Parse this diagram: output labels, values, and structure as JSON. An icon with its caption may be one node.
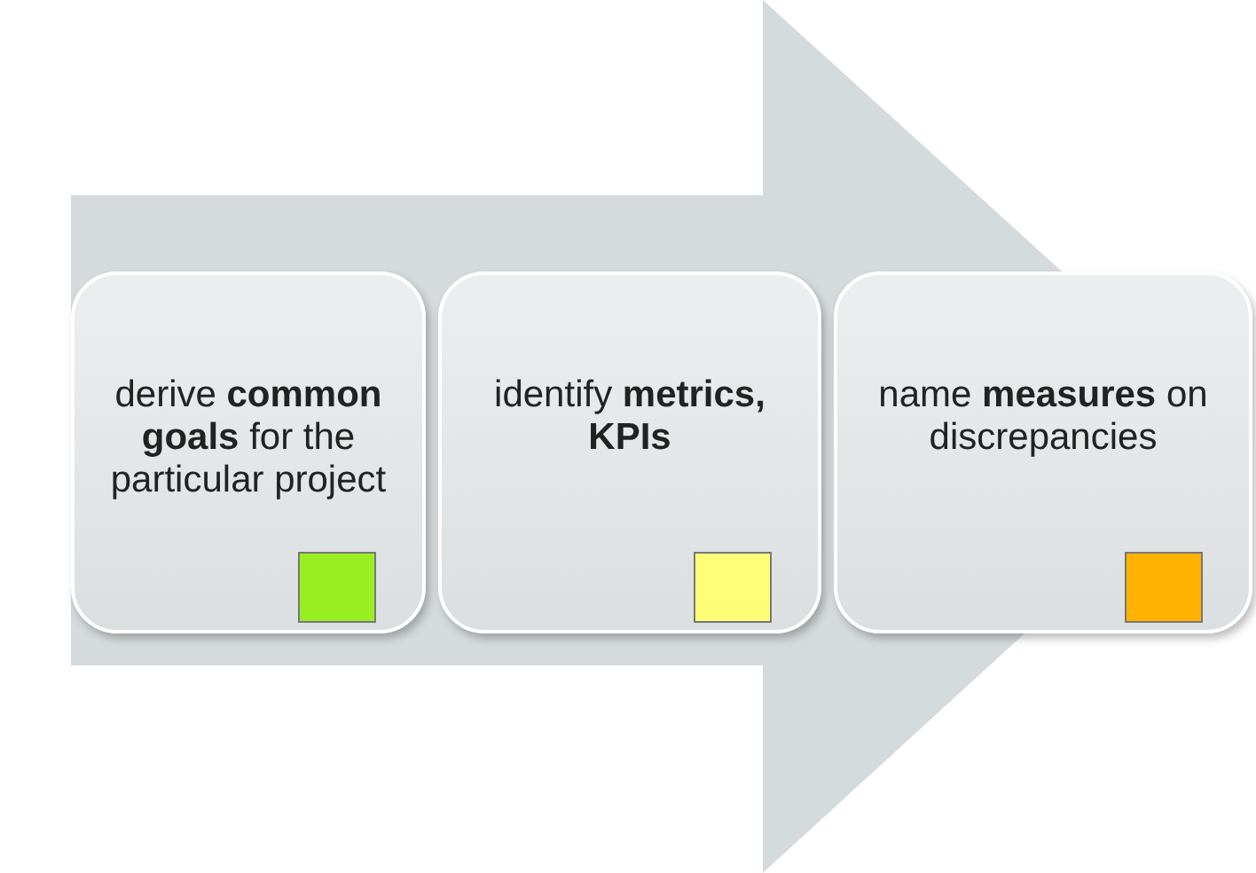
{
  "diagram": {
    "nodes": [
      {
        "text": [
          "derive **common goals** for the particular project"
        ]
      },
      {
        "text": [
          "identify **metrics, KPIs**"
        ]
      },
      {
        "text": [
          "name **measures** on discrepancies"
        ]
      }
    ],
    "edges": [
      {
        "from": 0,
        "to": 2,
        "arrow": "to"
      }
    ]
  }
}
